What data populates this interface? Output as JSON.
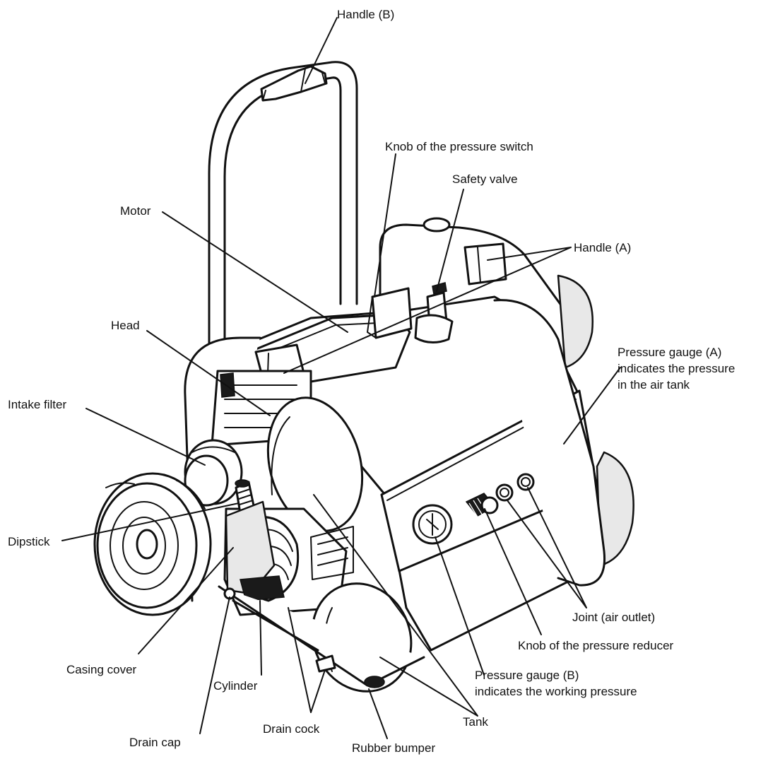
{
  "labels": {
    "handle_b": "Handle (B)",
    "knob_pressure_switch": "Knob of the pressure switch",
    "safety_valve": "Safety valve",
    "motor": "Motor",
    "handle_a": "Handle (A)",
    "head": "Head",
    "pressure_gauge_a": "Pressure gauge (A)",
    "pressure_gauge_a_line2": "indicates the pressure",
    "pressure_gauge_a_line3": "in the air tank",
    "intake_filter": "Intake filter",
    "dipstick": "Dipstick",
    "joint_air_outlet": "Joint (air outlet)",
    "knob_pressure_reducer": "Knob of the pressure reducer",
    "casing_cover": "Casing cover",
    "pressure_gauge_b": "Pressure gauge (B)",
    "pressure_gauge_b_line2": "indicates the working pressure",
    "cylinder": "Cylinder",
    "tank": "Tank",
    "drain_cap": "Drain cap",
    "drain_cock": "Drain cock",
    "rubber_bumper": "Rubber bumper"
  }
}
